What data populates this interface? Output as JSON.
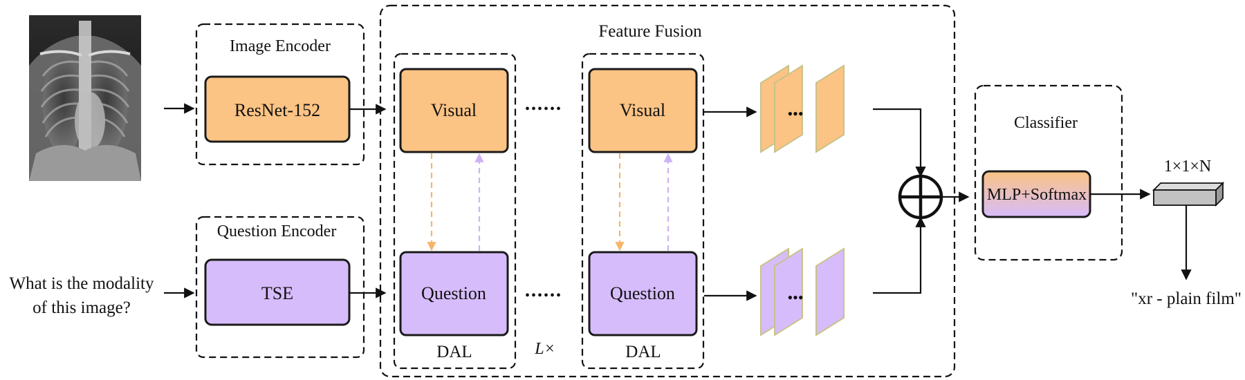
{
  "image_encoder": {
    "title": "Image Encoder",
    "block": "ResNet-152"
  },
  "question_encoder": {
    "title": "Question Encoder",
    "block": "TSE"
  },
  "question_text": {
    "line1": "What is the modality",
    "line2": "of this image?"
  },
  "feature_fusion": {
    "title": "Feature Fusion",
    "dal1": {
      "visual": "Visual",
      "question": "Question",
      "label": "DAL"
    },
    "dal2": {
      "visual": "Visual",
      "question": "Question",
      "label": "DAL"
    },
    "repeat_label": "L×",
    "ellipsis": "••••••",
    "stack_ellipsis": "•••"
  },
  "classifier": {
    "title": "Classifier",
    "block": "MLP+Softmax"
  },
  "output": {
    "dims": "1×1×N",
    "answer": "\"xr - plain film\""
  },
  "colors": {
    "visual_fill": "#fbc384",
    "question_fill": "#d7bcfb",
    "arrow_down": "#f6b56b",
    "arrow_up": "#cdb3f5",
    "box_stroke": "#1b2444",
    "tensor_top": "#c7c7c7",
    "tensor_side": "#8f8f8f"
  },
  "icons": {
    "input_image": "chest-xray-image",
    "fusion": "circled-plus-icon",
    "tensor": "output-tensor-icon"
  }
}
